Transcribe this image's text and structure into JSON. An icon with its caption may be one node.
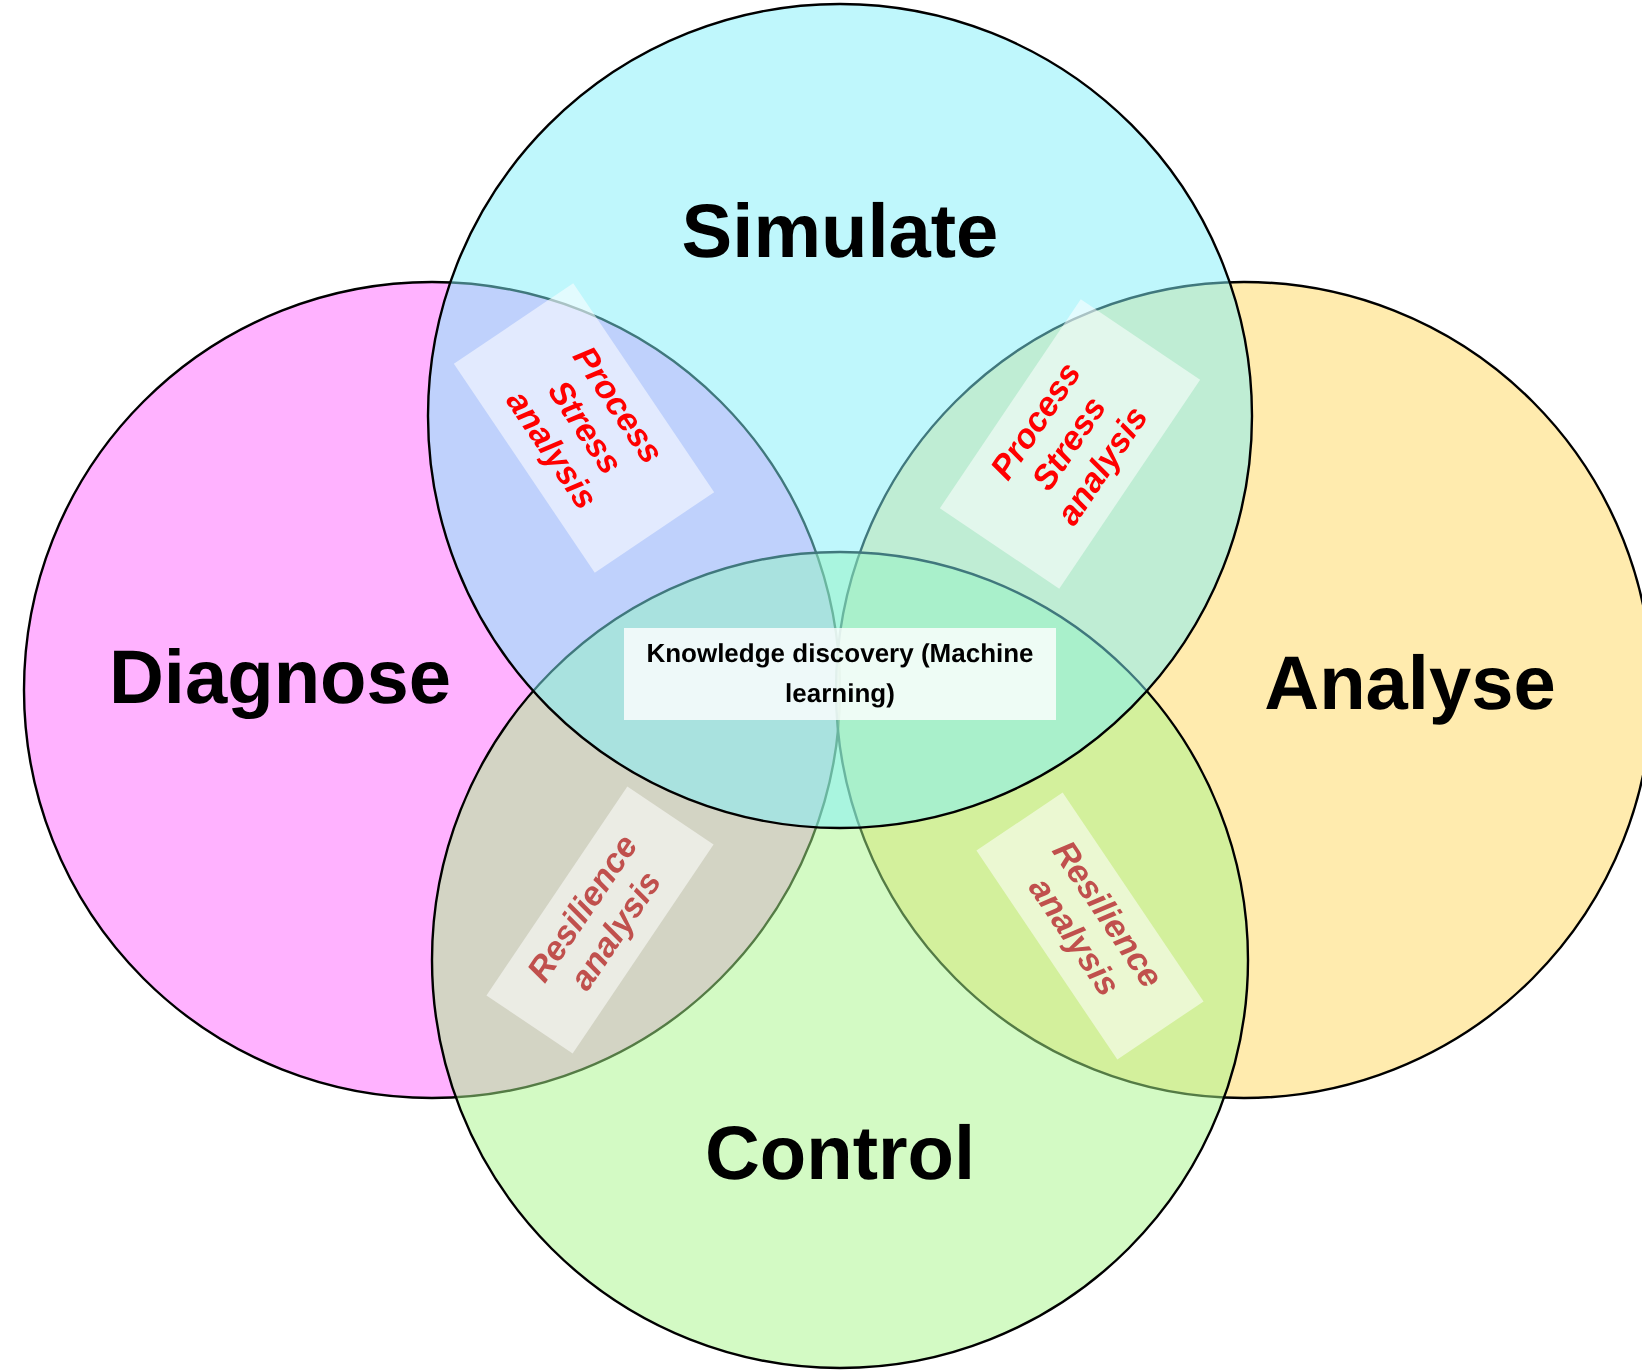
{
  "diagram": {
    "nodes": [
      {
        "text": [
          "Simulate"
        ]
      },
      {
        "text": [
          "Process Stress analysis"
        ]
      },
      {
        "text": [
          "Process Stress analysis"
        ]
      },
      {
        "text": [
          "Diagnose"
        ]
      },
      {
        "text": [
          "Knowledge discovery (Machine learning)"
        ]
      },
      {
        "text": [
          "Analyse"
        ]
      },
      {
        "text": [
          "Resilience analysis"
        ]
      },
      {
        "text": [
          "Resilience analysis"
        ]
      },
      {
        "text": [
          "Control"
        ]
      }
    ]
  }
}
